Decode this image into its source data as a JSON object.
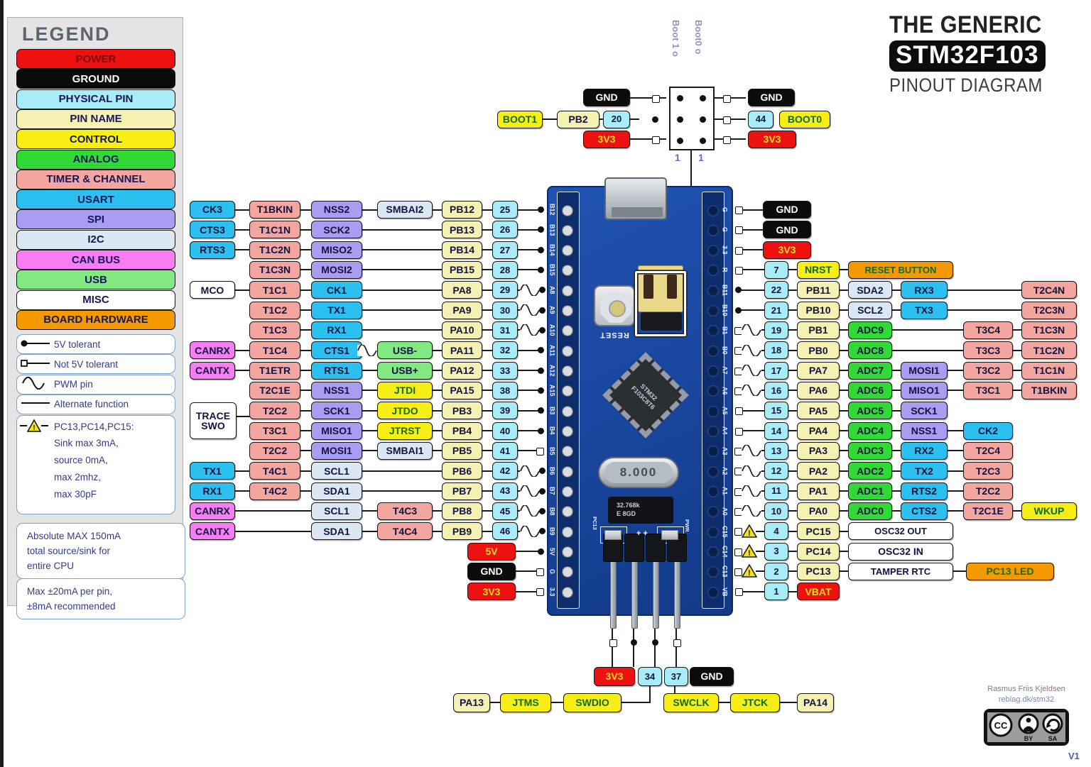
{
  "title": {
    "line1": "THE GENERIC",
    "line2": "STM32F103",
    "line3": "PINOUT DIAGRAM"
  },
  "credits": {
    "author": "Rasmus Friis Kjeldsen",
    "site": "reblag.dk/stm32",
    "version": "V1",
    "license_circles": [
      "CC",
      "BY",
      "SA"
    ]
  },
  "colors": {
    "power": "#ee1111",
    "ground": "#0b0b0b",
    "phys": "#a8ecf7",
    "pinname": "#f5f1b2",
    "control": "#f6ee14",
    "analog": "#30d935",
    "timer": "#f2a69f",
    "usart": "#2bc0ef",
    "spi": "#a99df1",
    "i2c": "#dbe7f3",
    "can": "#f67df2",
    "usb": "#82e882",
    "misc": "#ffffff",
    "board": "#f49a00",
    "line": "#1b1b1b",
    "warn": "#f5e11a"
  },
  "legend": {
    "title": "LEGEND",
    "items": [
      {
        "label": "POWER",
        "type": "power"
      },
      {
        "label": "GROUND",
        "type": "ground"
      },
      {
        "label": "PHYSICAL PIN",
        "type": "phys"
      },
      {
        "label": "PIN NAME",
        "type": "pinname"
      },
      {
        "label": "CONTROL",
        "type": "control"
      },
      {
        "label": "ANALOG",
        "type": "analog"
      },
      {
        "label": "TIMER & CHANNEL",
        "type": "timer"
      },
      {
        "label": "USART",
        "type": "usart"
      },
      {
        "label": "SPI",
        "type": "spi"
      },
      {
        "label": "I2C",
        "type": "i2c"
      },
      {
        "label": "CAN BUS",
        "type": "can"
      },
      {
        "label": "USB",
        "type": "usb"
      },
      {
        "label": "MISC",
        "type": "misc"
      },
      {
        "label": "BOARD HARDWARE",
        "type": "board"
      }
    ],
    "notes": [
      {
        "sym": "dot",
        "label": "5V tolerant"
      },
      {
        "sym": "open",
        "label": "Not 5V tolerant"
      },
      {
        "sym": "pwm",
        "label": "PWM pin"
      },
      {
        "sym": "line",
        "label": "Alternate function"
      }
    ],
    "warn_note": [
      "PC13,PC14,PC15:",
      "Sink max 3mA,",
      "source 0mA,",
      "max 2mhz,",
      "max 30pF"
    ],
    "boxes": [
      [
        "Absolute MAX 150mA",
        "total source/sink for",
        "entire CPU"
      ],
      [
        "Max ±20mA per pin,",
        "±8mA recommended"
      ]
    ]
  },
  "boot_top": {
    "left_outer": {
      "t": "BOOT1",
      "c": "control"
    },
    "left_pin": {
      "t": "PB2",
      "c": "pinname"
    },
    "left_stack": [
      {
        "t": "GND",
        "c": "ground"
      },
      {
        "t": "20",
        "c": "phys"
      },
      {
        "t": "3V3",
        "c": "power"
      }
    ],
    "header_labels": [
      "Boot 1 o",
      "Boot0 o"
    ],
    "header_ones": [
      "1",
      "1"
    ],
    "right_stack": [
      {
        "t": "GND",
        "c": "ground"
      },
      {
        "t": "44",
        "c": "phys"
      },
      {
        "t": "3V3",
        "c": "power"
      }
    ],
    "right_outer": {
      "t": "BOOT0",
      "c": "control"
    }
  },
  "board": {
    "left_silk": [
      "B12",
      "B13",
      "B14",
      "B15",
      "A8",
      "A9",
      "A10",
      "A11",
      "A12",
      "A15",
      "B3",
      "B4",
      "B5",
      "B6",
      "B7",
      "B8",
      "B9",
      "5V",
      "G",
      "3.3"
    ],
    "right_silk": [
      "G",
      "G",
      "3.3",
      "R",
      "B11",
      "B10",
      "B1",
      "B0",
      "A7",
      "A6",
      "A5",
      "A4",
      "A3",
      "A2",
      "A1",
      "A0",
      "C15",
      "C14",
      "C13",
      "VB"
    ],
    "reset_label": "RESET",
    "chip_lines": [
      "STM32",
      "F103C8T6"
    ],
    "crystal": "8.000",
    "crystal2": "32.768k",
    "crystal2b": "E  8GD",
    "led_left": "PC13",
    "led_right": "PWR",
    "plus_marks": "+ +"
  },
  "left_rows": [
    {
      "sym": "dot",
      "cells": [
        [
          "A",
          "CK3",
          "usart"
        ],
        [
          "B",
          "T1BKIN",
          "timer"
        ],
        [
          "C",
          "NSS2",
          "spi"
        ],
        [
          "D",
          "SMBAI2",
          "i2c"
        ],
        [
          "NAME",
          "PB12",
          "pinname"
        ],
        [
          "NUM",
          "25",
          "phys"
        ]
      ]
    },
    {
      "sym": "dot",
      "cells": [
        [
          "A",
          "CTS3",
          "usart"
        ],
        [
          "B",
          "T1C1N",
          "timer"
        ],
        [
          "C",
          "SCK2",
          "spi"
        ],
        [
          "NAME",
          "PB13",
          "pinname"
        ],
        [
          "NUM",
          "26",
          "phys"
        ]
      ]
    },
    {
      "sym": "dot",
      "cells": [
        [
          "A",
          "RTS3",
          "usart"
        ],
        [
          "B",
          "T1C2N",
          "timer"
        ],
        [
          "C",
          "MISO2",
          "spi"
        ],
        [
          "NAME",
          "PB14",
          "pinname"
        ],
        [
          "NUM",
          "27",
          "phys"
        ]
      ]
    },
    {
      "sym": "dot",
      "cells": [
        [
          "B",
          "T1C3N",
          "timer"
        ],
        [
          "C",
          "MOSI2",
          "spi"
        ],
        [
          "NAME",
          "PB15",
          "pinname"
        ],
        [
          "NUM",
          "28",
          "phys"
        ]
      ]
    },
    {
      "sym": "pwm-dot",
      "cells": [
        [
          "A",
          "MCO",
          "misc"
        ],
        [
          "B",
          "T1C1",
          "timer"
        ],
        [
          "C",
          "CK1",
          "usart"
        ],
        [
          "NAME",
          "PA8",
          "pinname"
        ],
        [
          "NUM",
          "29",
          "phys"
        ]
      ]
    },
    {
      "sym": "pwm-dot",
      "cells": [
        [
          "B",
          "T1C2",
          "timer"
        ],
        [
          "C",
          "TX1",
          "usart"
        ],
        [
          "NAME",
          "PA9",
          "pinname"
        ],
        [
          "NUM",
          "30",
          "phys"
        ]
      ]
    },
    {
      "sym": "pwm-dot",
      "cells": [
        [
          "B",
          "T1C3",
          "timer"
        ],
        [
          "C",
          "RX1",
          "usart"
        ],
        [
          "NAME",
          "PA10",
          "pinname"
        ],
        [
          "NUM",
          "31",
          "phys"
        ]
      ]
    },
    {
      "sym": "dot",
      "midwave": true,
      "cells": [
        [
          "A",
          "CANRX",
          "can"
        ],
        [
          "B",
          "T1C4",
          "timer"
        ],
        [
          "C",
          "CTS1",
          "usart"
        ],
        [
          "D",
          "USB-",
          "usb"
        ],
        [
          "NAME",
          "PA11",
          "pinname"
        ],
        [
          "NUM",
          "32",
          "phys"
        ]
      ]
    },
    {
      "sym": "dot",
      "cells": [
        [
          "A",
          "CANTX",
          "can"
        ],
        [
          "B",
          "T1ETR",
          "timer"
        ],
        [
          "C",
          "RTS1",
          "usart"
        ],
        [
          "D",
          "USB+",
          "usb"
        ],
        [
          "NAME",
          "PA12",
          "pinname"
        ],
        [
          "NUM",
          "33",
          "phys"
        ]
      ]
    },
    {
      "sym": "dot",
      "cells": [
        [
          "B",
          "T2C1E",
          "timer"
        ],
        [
          "C",
          "NSS1",
          "spi"
        ],
        [
          "D",
          "JTDI",
          "control"
        ],
        [
          "NAME",
          "PA15",
          "pinname"
        ],
        [
          "NUM",
          "38",
          "phys"
        ]
      ]
    },
    {
      "sym": "dot",
      "trace": true,
      "cells": [
        [
          "B",
          "T2C2",
          "timer"
        ],
        [
          "C",
          "SCK1",
          "spi"
        ],
        [
          "D",
          "JTDO",
          "control"
        ],
        [
          "NAME",
          "PB3",
          "pinname"
        ],
        [
          "NUM",
          "39",
          "phys"
        ]
      ]
    },
    {
      "sym": "dot",
      "cells": [
        [
          "B",
          "T3C1",
          "timer"
        ],
        [
          "C",
          "MISO1",
          "spi"
        ],
        [
          "D",
          "JTRST",
          "control"
        ],
        [
          "NAME",
          "PB4",
          "pinname"
        ],
        [
          "NUM",
          "40",
          "phys"
        ]
      ]
    },
    {
      "sym": "open",
      "cells": [
        [
          "B",
          "T2C2",
          "timer"
        ],
        [
          "C",
          "MOSI1",
          "spi"
        ],
        [
          "D",
          "SMBAI1",
          "i2c"
        ],
        [
          "NAME",
          "PB5",
          "pinname"
        ],
        [
          "NUM",
          "41",
          "phys"
        ]
      ]
    },
    {
      "sym": "pwm-dot",
      "cells": [
        [
          "A",
          "TX1",
          "usart"
        ],
        [
          "B",
          "T4C1",
          "timer"
        ],
        [
          "C",
          "SCL1",
          "i2c"
        ],
        [
          "NAME",
          "PB6",
          "pinname"
        ],
        [
          "NUM",
          "42",
          "phys"
        ]
      ]
    },
    {
      "sym": "pwm-dot",
      "cells": [
        [
          "A",
          "RX1",
          "usart"
        ],
        [
          "B",
          "T4C2",
          "timer"
        ],
        [
          "C",
          "SDA1",
          "i2c"
        ],
        [
          "NAME",
          "PB7",
          "pinname"
        ],
        [
          "NUM",
          "43",
          "phys"
        ]
      ]
    },
    {
      "sym": "pwm-dot",
      "cells": [
        [
          "A",
          "CANRX",
          "can"
        ],
        [
          "C",
          "SCL1",
          "i2c"
        ],
        [
          "D",
          "T4C3",
          "timer"
        ],
        [
          "NAME",
          "PB8",
          "pinname"
        ],
        [
          "NUM",
          "45",
          "phys"
        ]
      ]
    },
    {
      "sym": "pwm-dot",
      "cells": [
        [
          "A",
          "CANTX",
          "can"
        ],
        [
          "C",
          "SDA1",
          "i2c"
        ],
        [
          "D",
          "T4C4",
          "timer"
        ],
        [
          "NAME",
          "PB9",
          "pinname"
        ],
        [
          "NUM",
          "46",
          "phys"
        ]
      ]
    },
    {
      "sym": "dot",
      "cells": [
        [
          "PWR",
          "5V",
          "power"
        ]
      ]
    },
    {
      "sym": "open",
      "cells": [
        [
          "PWR",
          "GND",
          "ground"
        ]
      ]
    },
    {
      "sym": "open",
      "cells": [
        [
          "PWR",
          "3V3",
          "power"
        ]
      ]
    }
  ],
  "trace_box": {
    "lines": [
      "TRACE",
      "SWO"
    ],
    "c": "misc"
  },
  "right_rows": [
    {
      "sym": "open",
      "cells": [
        [
          "GG",
          "GND",
          "ground"
        ]
      ]
    },
    {
      "sym": "open",
      "cells": [
        [
          "GG",
          "GND",
          "ground"
        ]
      ]
    },
    {
      "sym": "open",
      "cells": [
        [
          "GG",
          "3V3",
          "power"
        ]
      ]
    },
    {
      "sym": "open",
      "cells": [
        [
          "NUM",
          "7",
          "phys"
        ],
        [
          "NAME",
          "NRST",
          "control"
        ],
        [
          "W3",
          "RESET BUTTON",
          "board"
        ]
      ]
    },
    {
      "sym": "dot",
      "cells": [
        [
          "NUM",
          "22",
          "phys"
        ],
        [
          "NAME",
          "PB11",
          "pinname"
        ],
        [
          "C3",
          "SDA2",
          "i2c"
        ],
        [
          "C4",
          "RX3",
          "usart"
        ],
        [
          "C6",
          "T2C4N",
          "timer"
        ]
      ]
    },
    {
      "sym": "dot",
      "cells": [
        [
          "NUM",
          "21",
          "phys"
        ],
        [
          "NAME",
          "PB10",
          "pinname"
        ],
        [
          "C3",
          "SCL2",
          "i2c"
        ],
        [
          "C4",
          "TX3",
          "usart"
        ],
        [
          "C6",
          "T2C3N",
          "timer"
        ]
      ]
    },
    {
      "sym": "pwm-open",
      "cells": [
        [
          "NUM",
          "19",
          "phys"
        ],
        [
          "NAME",
          "PB1",
          "pinname"
        ],
        [
          "C3",
          "ADC9",
          "analog"
        ],
        [
          "C5",
          "T3C4",
          "timer"
        ],
        [
          "C6",
          "T1C3N",
          "timer"
        ]
      ]
    },
    {
      "sym": "pwm-open",
      "cells": [
        [
          "NUM",
          "18",
          "phys"
        ],
        [
          "NAME",
          "PB0",
          "pinname"
        ],
        [
          "C3",
          "ADC8",
          "analog"
        ],
        [
          "C5",
          "T3C3",
          "timer"
        ],
        [
          "C6",
          "T1C2N",
          "timer"
        ]
      ]
    },
    {
      "sym": "pwm-open",
      "cells": [
        [
          "NUM",
          "17",
          "phys"
        ],
        [
          "NAME",
          "PA7",
          "pinname"
        ],
        [
          "C3",
          "ADC7",
          "analog"
        ],
        [
          "C4",
          "MOSI1",
          "spi"
        ],
        [
          "C5",
          "T3C2",
          "timer"
        ],
        [
          "C6",
          "T1C1N",
          "timer"
        ]
      ]
    },
    {
      "sym": "pwm-open",
      "cells": [
        [
          "NUM",
          "16",
          "phys"
        ],
        [
          "NAME",
          "PA6",
          "pinname"
        ],
        [
          "C3",
          "ADC6",
          "analog"
        ],
        [
          "C4",
          "MISO1",
          "spi"
        ],
        [
          "C5",
          "T3C1",
          "timer"
        ],
        [
          "C6",
          "T1BKIN",
          "timer"
        ]
      ]
    },
    {
      "sym": "open",
      "cells": [
        [
          "NUM",
          "15",
          "phys"
        ],
        [
          "NAME",
          "PA5",
          "pinname"
        ],
        [
          "C3",
          "ADC5",
          "analog"
        ],
        [
          "C4",
          "SCK1",
          "spi"
        ]
      ]
    },
    {
      "sym": "open",
      "cells": [
        [
          "NUM",
          "14",
          "phys"
        ],
        [
          "NAME",
          "PA4",
          "pinname"
        ],
        [
          "C3",
          "ADC4",
          "analog"
        ],
        [
          "C4",
          "NSS1",
          "spi"
        ],
        [
          "C5",
          "CK2",
          "usart"
        ]
      ]
    },
    {
      "sym": "pwm-open",
      "cells": [
        [
          "NUM",
          "13",
          "phys"
        ],
        [
          "NAME",
          "PA3",
          "pinname"
        ],
        [
          "C3",
          "ADC3",
          "analog"
        ],
        [
          "C4",
          "RX2",
          "usart"
        ],
        [
          "C5",
          "T2C4",
          "timer"
        ]
      ]
    },
    {
      "sym": "pwm-open",
      "cells": [
        [
          "NUM",
          "12",
          "phys"
        ],
        [
          "NAME",
          "PA2",
          "pinname"
        ],
        [
          "C3",
          "ADC2",
          "analog"
        ],
        [
          "C4",
          "TX2",
          "usart"
        ],
        [
          "C5",
          "T2C3",
          "timer"
        ]
      ]
    },
    {
      "sym": "pwm-open",
      "cells": [
        [
          "NUM",
          "11",
          "phys"
        ],
        [
          "NAME",
          "PA1",
          "pinname"
        ],
        [
          "C3",
          "ADC1",
          "analog"
        ],
        [
          "C4",
          "RTS2",
          "usart"
        ],
        [
          "C5",
          "T2C2",
          "timer"
        ]
      ]
    },
    {
      "sym": "pwm-open",
      "cells": [
        [
          "NUM",
          "10",
          "phys"
        ],
        [
          "NAME",
          "PA0",
          "pinname"
        ],
        [
          "C3",
          "ADC0",
          "analog"
        ],
        [
          "C4",
          "CTS2",
          "usart"
        ],
        [
          "C5",
          "T2C1E",
          "timer"
        ],
        [
          "C6",
          "WKUP",
          "control"
        ]
      ]
    },
    {
      "sym": "warn",
      "cells": [
        [
          "NUM",
          "4",
          "phys"
        ],
        [
          "NAME",
          "PC15",
          "pinname"
        ],
        [
          "W3",
          "OSC32 OUT",
          "misc"
        ]
      ]
    },
    {
      "sym": "warn",
      "cells": [
        [
          "NUM",
          "3",
          "phys"
        ],
        [
          "NAME",
          "PC14",
          "pinname"
        ],
        [
          "W3",
          "OSC32 IN",
          "misc"
        ]
      ]
    },
    {
      "sym": "warn",
      "cells": [
        [
          "NUM",
          "2",
          "phys"
        ],
        [
          "NAME",
          "PC13",
          "pinname"
        ],
        [
          "W3",
          "TAMPER RTC",
          "misc"
        ],
        [
          "LED",
          "PC13 LED",
          "board"
        ]
      ]
    },
    {
      "sym": "open",
      "cells": [
        [
          "NUM",
          "1",
          "phys"
        ],
        [
          "NAME",
          "VBAT",
          "power"
        ]
      ]
    }
  ],
  "swd": {
    "pin_syms": [
      "open",
      "dot",
      "dot",
      "open"
    ],
    "boxes": [
      [
        "3V3",
        "power"
      ],
      [
        "34",
        "phys"
      ],
      [
        "37",
        "phys"
      ],
      [
        "GND",
        "ground"
      ]
    ],
    "left_chain": [
      [
        "PA13",
        "pinname"
      ],
      [
        "JTMS",
        "control"
      ],
      [
        "SWDIO",
        "control"
      ]
    ],
    "right_chain": [
      [
        "SWCLK",
        "control"
      ],
      [
        "JTCK",
        "control"
      ],
      [
        "PA14",
        "pinname"
      ]
    ]
  }
}
